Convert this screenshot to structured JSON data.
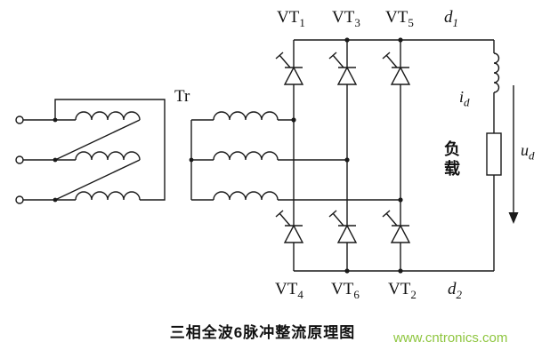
{
  "diagram": {
    "caption": "三相全波6脉冲整流原理图",
    "watermark": "www.cntronics.com",
    "transformer_label": "Tr",
    "load_label": "负载",
    "top_row": [
      {
        "base": "VT",
        "sub": "1"
      },
      {
        "base": "VT",
        "sub": "3"
      },
      {
        "base": "VT",
        "sub": "5"
      },
      {
        "base": "d",
        "sub": "1"
      }
    ],
    "bottom_row": [
      {
        "base": "VT",
        "sub": "4"
      },
      {
        "base": "VT",
        "sub": "6"
      },
      {
        "base": "VT",
        "sub": "2"
      },
      {
        "base": "d",
        "sub": "2"
      }
    ],
    "current_label": {
      "base": "i",
      "sub": "d"
    },
    "voltage_label": {
      "base": "u",
      "sub": "d"
    },
    "colors": {
      "stroke": "#1a1a1a",
      "watermark_green": "#8fc640",
      "background": "#ffffff"
    }
  }
}
